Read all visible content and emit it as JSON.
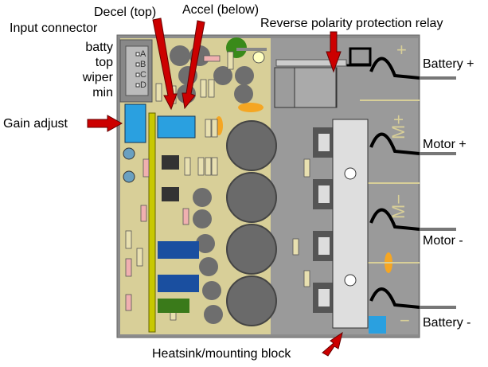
{
  "labels": {
    "decel": "Decel (top)",
    "accel": "Accel (below)",
    "input_connector": "Input connector",
    "pin_a_name": "batty",
    "pin_b_name": "top",
    "pin_c_name": "wiper",
    "pin_d_name": "min",
    "gain_adjust": "Gain adjust",
    "relay": "Reverse polarity protection relay",
    "battery_plus": "Battery +",
    "motor_plus": "Motor +",
    "motor_minus": "Motor -",
    "battery_minus": "Battery -",
    "heatsink": "Heatsink/mounting block"
  },
  "pins": [
    "A",
    "B",
    "C",
    "D"
  ],
  "silkscreen": {
    "plus": "+",
    "m_plus": "M+",
    "m_minus": "M−",
    "minus": "−"
  },
  "colors": {
    "board": "#d8cf98",
    "gray": "#9a9a9a",
    "arrow": "#cc0000",
    "blue": "#2aa0e0",
    "dark_blue": "#1a4fa0",
    "green": "#3a7a1a"
  }
}
